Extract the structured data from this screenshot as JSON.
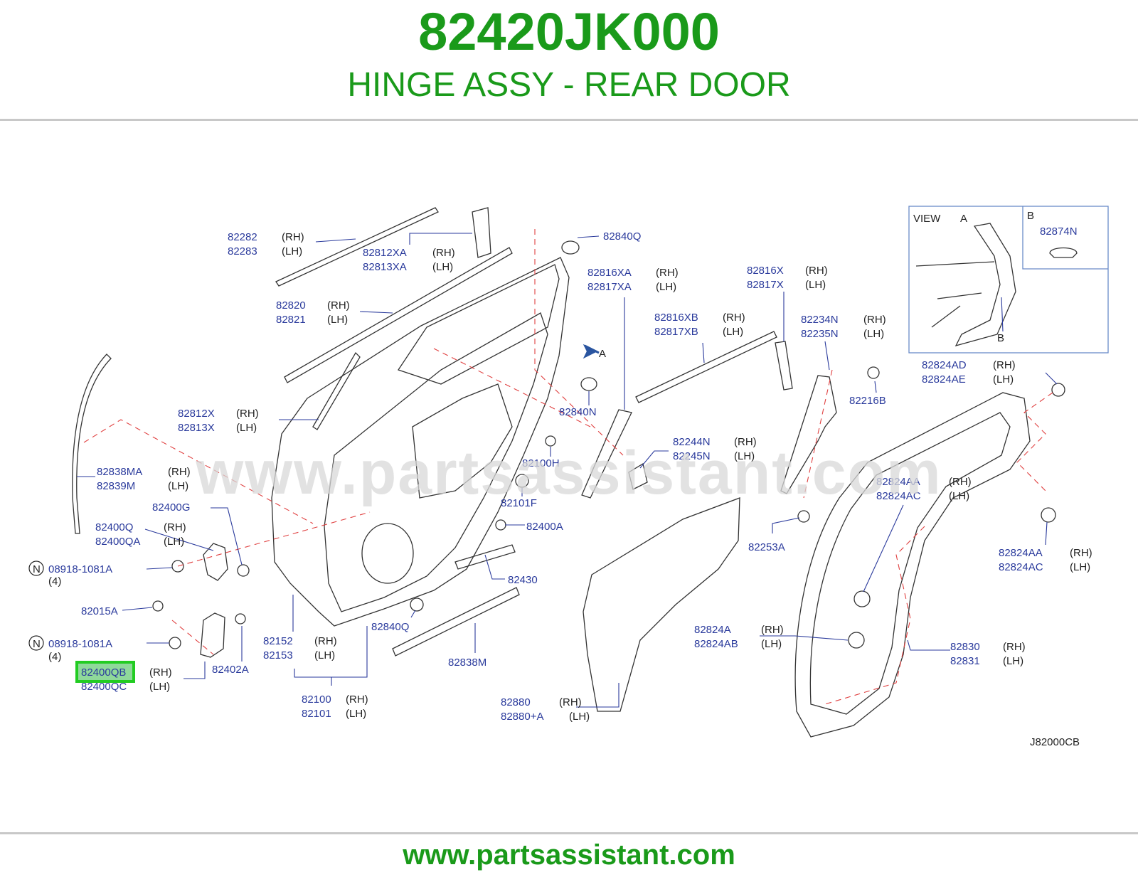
{
  "header": {
    "part_number": "82420JK000",
    "part_name": "HINGE ASSY - REAR DOOR"
  },
  "watermark": "www.partsassistant.com",
  "footer": {
    "url": "www.partsassistant.com"
  },
  "diagram": {
    "code": "J82000CB",
    "view": {
      "title": "VIEW",
      "label_a": "A",
      "label_b": "B",
      "part_b": "82874N",
      "callout_b": "B"
    },
    "arrow_a": "A",
    "rh": "(RH)",
    "lh": "(LH)",
    "count_4": "(4)",
    "n_mark": "N",
    "highlight_color": "#22cc22",
    "labels": {
      "p82282": "82282",
      "p82283": "82283",
      "p82812XA": "82812XA",
      "p82813XA": "82813XA",
      "p82840Q_top": "82840Q",
      "p82820": "82820",
      "p82821": "82821",
      "p82816XA": "82816XA",
      "p82817XA": "82817XA",
      "p82816X": "82816X",
      "p82817X": "82817X",
      "p82816XB": "82816XB",
      "p82817XB": "82817XB",
      "p82234N": "82234N",
      "p82235N": "82235N",
      "p82824AD": "82824AD",
      "p82824AE": "82824AE",
      "p82216B": "82216B",
      "p82812X": "82812X",
      "p82813X": "82813X",
      "p82840N": "82840N",
      "p82100H": "82100H",
      "p82244N": "82244N",
      "p82245N": "82245N",
      "p82838MA": "82838MA",
      "p82839M": "82839M",
      "p82400G": "82400G",
      "p82101F": "82101F",
      "p82824AA_a": "82824AA",
      "p82824AC_a": "82824AC",
      "p82400Q": "82400Q",
      "p82400QA": "82400QA",
      "p82400A": "82400A",
      "p82253A": "82253A",
      "p82824AA_b": "82824AA",
      "p82824AC_b": "82824AC",
      "p08918_a": "08918-1081A",
      "p82430": "82430",
      "p82015A": "82015A",
      "p82840Q_bot": "82840Q",
      "p82824A": "82824A",
      "p82824AB": "82824AB",
      "p82152": "82152",
      "p82153": "82153",
      "p08918_b": "08918-1081A",
      "p82838M": "82838M",
      "p82830": "82830",
      "p82831": "82831",
      "p82400QB": "82400QB",
      "p82400QC": "82400QC",
      "p82402A": "82402A",
      "p82100": "82100",
      "p82101": "82101",
      "p82880": "82880",
      "p82880A": "82880+A"
    }
  }
}
